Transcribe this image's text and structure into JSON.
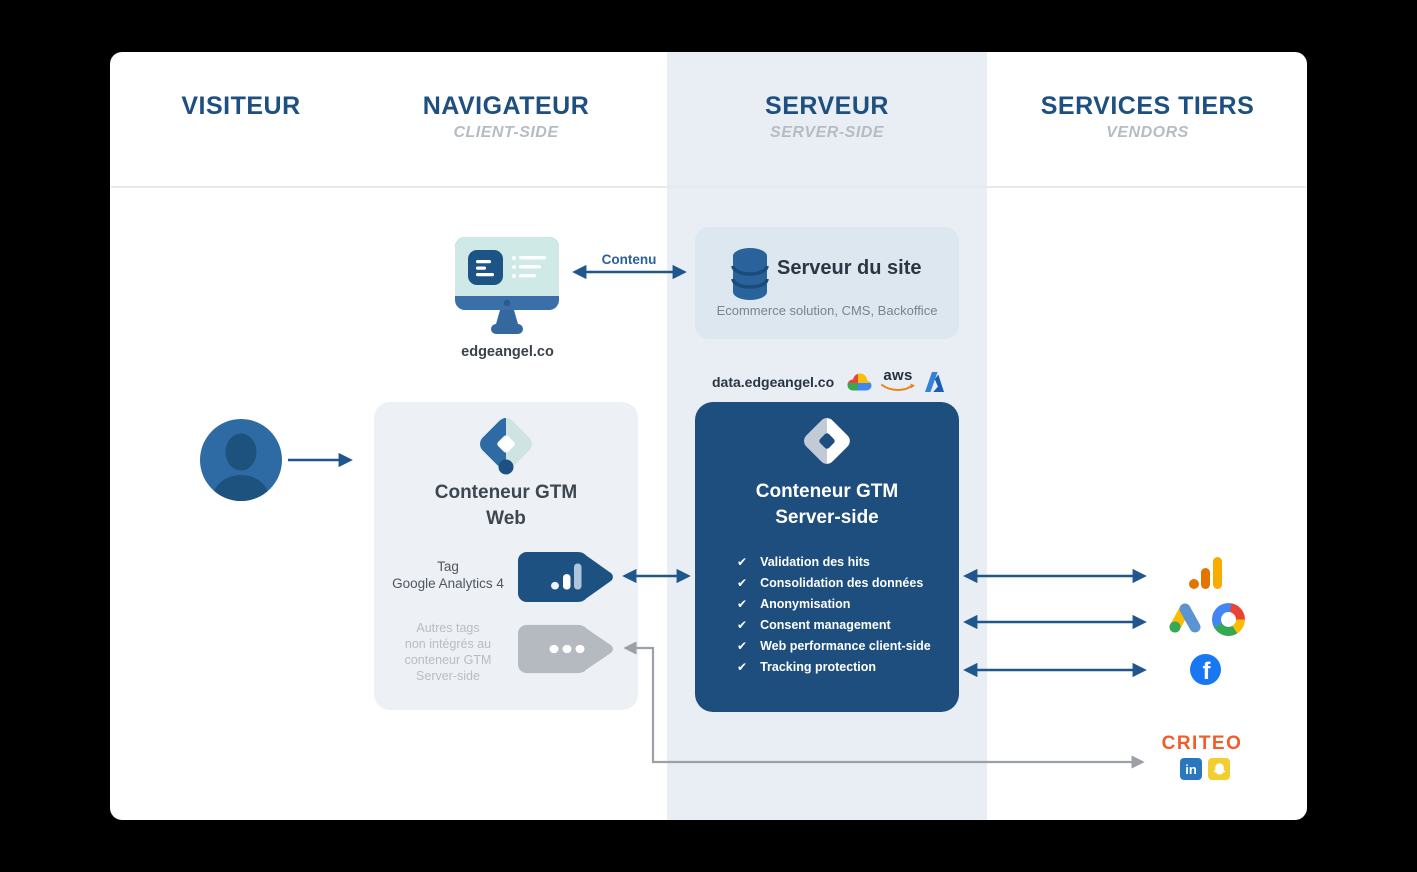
{
  "columns": [
    {
      "title": "VISITEUR",
      "subtitle": ""
    },
    {
      "title": "NAVIGATEUR",
      "subtitle": "CLIENT-SIDE"
    },
    {
      "title": "SERVEUR",
      "subtitle": "SERVER-SIDE"
    },
    {
      "title": "SERVICES TIERS",
      "subtitle": "VENDORS"
    }
  ],
  "browser": {
    "site_label": "edgeangel.co",
    "content_arrow_label": "Contenu"
  },
  "site_server_box": {
    "title": "Serveur du site",
    "subtitle": "Ecommerce solution, CMS, Backoffice",
    "icon": "database-icon"
  },
  "server_host": {
    "domain": "data.edgeangel.co",
    "provider_icons": [
      "google-cloud-icon",
      "aws-icon",
      "azure-icon"
    ],
    "aws_text": "aws"
  },
  "gtm_web_box": {
    "title_line1": "Conteneur GTM",
    "title_line2": "Web",
    "tag_ga": {
      "label_line1": "Tag",
      "label_line2": "Google Analytics 4",
      "icon": "google-analytics-tag-icon"
    },
    "tag_other": {
      "label_line1": "Autres tags",
      "label_line2": "non intégrés au",
      "label_line3": "conteneur GTM",
      "label_line4": "Server-side",
      "icon": "ellipsis-tag-icon"
    }
  },
  "server_box": {
    "title_line1": "Conteneur GTM",
    "title_line2": "Server-side",
    "check_glyph": "✔",
    "checklist": [
      "Validation des hits",
      "Consolidation des données",
      "Anonymisation",
      "Consent management",
      "Web performance client-side",
      "Tracking protection"
    ]
  },
  "vendors": {
    "icons": [
      "google-analytics-icon",
      "google-ads-icon",
      "google-circle-icon",
      "facebook-icon",
      "criteo-logo",
      "linkedin-icon",
      "snapchat-icon"
    ],
    "criteo_label": "CRITEO",
    "facebook_letter": "f",
    "linkedin_letters": "in"
  },
  "colors": {
    "heading_blue": "#1d5080",
    "server_box_blue": "#1d4e7e",
    "arrow_blue": "#1f578c",
    "arrow_gray": "#9ba1a7",
    "band_bg": "#e9eef5",
    "criteo_orange": "#f25c2a",
    "facebook_blue": "#1877F2",
    "linkedin_blue": "#2a77c0",
    "snapchat_yellow": "#f2cf30"
  }
}
